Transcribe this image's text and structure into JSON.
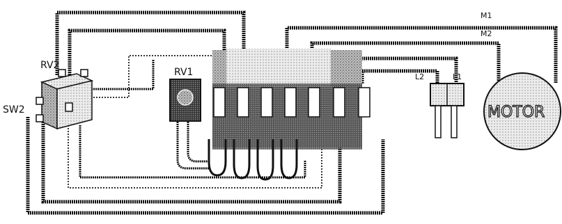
{
  "labels": {
    "rv2": "RV2",
    "sw2": "SW2",
    "rv1": "RV1",
    "m1": "M1",
    "m2": "M2",
    "l2": "L2",
    "l1": "L1",
    "motor": "MOTOR"
  },
  "colors": {
    "wire": "#111111",
    "board": "#555555",
    "background": "#ffffff"
  },
  "icons": {
    "switch": "switch-block-icon",
    "potentiometer": "potentiometer-icon",
    "plug": "power-plug-icon",
    "motor": "motor-icon"
  }
}
